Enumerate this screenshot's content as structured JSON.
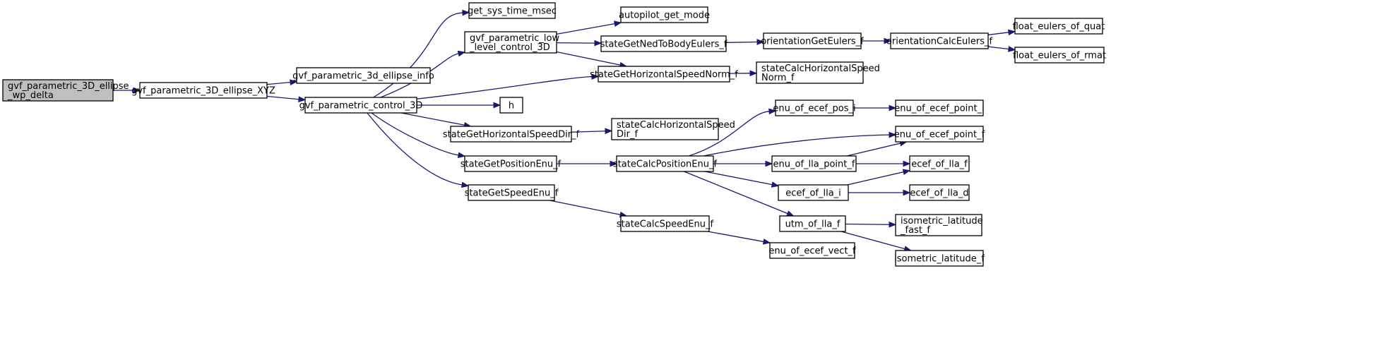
{
  "graph": {
    "nodes": [
      {
        "id": "root",
        "lines": [
          "gvf_parametric_3D_ellipse",
          "_wp_delta"
        ],
        "highlight": true
      },
      {
        "id": "xyz",
        "lines": [
          "gvf_parametric_3D_ellipse_XYZ"
        ]
      },
      {
        "id": "info",
        "lines": [
          "gvf_parametric_3d_ellipse_info"
        ]
      },
      {
        "id": "control3d",
        "lines": [
          "gvf_parametric_control_3D"
        ]
      },
      {
        "id": "systime",
        "lines": [
          "get_sys_time_msec"
        ]
      },
      {
        "id": "lowlevel",
        "lines": [
          "gvf_parametric_low",
          "_level_control_3D"
        ]
      },
      {
        "id": "h",
        "lines": [
          "h"
        ]
      },
      {
        "id": "hspeeddir",
        "lines": [
          "stateGetHorizontalSpeedDir_f"
        ]
      },
      {
        "id": "posenu",
        "lines": [
          "stateGetPositionEnu_f"
        ]
      },
      {
        "id": "speedenu",
        "lines": [
          "stateGetSpeedEnu_f"
        ]
      },
      {
        "id": "apmode",
        "lines": [
          "autopilot_get_mode"
        ]
      },
      {
        "id": "nedeulers",
        "lines": [
          "stateGetNedToBodyEulers_f"
        ]
      },
      {
        "id": "hspeednorm",
        "lines": [
          "stateGetHorizontalSpeedNorm_f"
        ]
      },
      {
        "id": "calchsdir",
        "lines": [
          "stateCalcHorizontalSpeed",
          "Dir_f"
        ]
      },
      {
        "id": "calcposenu",
        "lines": [
          "stateCalcPositionEnu_f"
        ]
      },
      {
        "id": "calcspeedenu",
        "lines": [
          "stateCalcSpeedEnu_f"
        ]
      },
      {
        "id": "origet",
        "lines": [
          "orientationGetEulers_f"
        ]
      },
      {
        "id": "calchsnorm",
        "lines": [
          "stateCalcHorizontalSpeed",
          "Norm_f"
        ]
      },
      {
        "id": "enuecefposi",
        "lines": [
          "enu_of_ecef_pos_i"
        ]
      },
      {
        "id": "enullaf",
        "lines": [
          "enu_of_lla_point_f"
        ]
      },
      {
        "id": "ecefllai",
        "lines": [
          "ecef_of_lla_i"
        ]
      },
      {
        "id": "utmllaf",
        "lines": [
          "utm_of_lla_f"
        ]
      },
      {
        "id": "enuecefvect",
        "lines": [
          "enu_of_ecef_vect_f"
        ]
      },
      {
        "id": "oricalc",
        "lines": [
          "orientationCalcEulers_f"
        ]
      },
      {
        "id": "enuecefpti",
        "lines": [
          "enu_of_ecef_point_i"
        ]
      },
      {
        "id": "enuecefptf",
        "lines": [
          "enu_of_ecef_point_f"
        ]
      },
      {
        "id": "ecefllaf",
        "lines": [
          "ecef_of_lla_f"
        ]
      },
      {
        "id": "ecefllad",
        "lines": [
          "ecef_of_lla_d"
        ]
      },
      {
        "id": "isolatfast",
        "lines": [
          "isometric_latitude",
          "_fast_f"
        ]
      },
      {
        "id": "isolat",
        "lines": [
          "isometric_latitude_f"
        ]
      },
      {
        "id": "eulerquat",
        "lines": [
          "float_eulers_of_quat"
        ]
      },
      {
        "id": "eulerrmat",
        "lines": [
          "float_eulers_of_rmat"
        ]
      }
    ],
    "edges": [
      [
        "root",
        "xyz"
      ],
      [
        "xyz",
        "info"
      ],
      [
        "xyz",
        "control3d"
      ],
      [
        "control3d",
        "systime"
      ],
      [
        "control3d",
        "lowlevel"
      ],
      [
        "control3d",
        "hspeednorm"
      ],
      [
        "control3d",
        "h"
      ],
      [
        "control3d",
        "hspeeddir"
      ],
      [
        "control3d",
        "posenu"
      ],
      [
        "control3d",
        "speedenu"
      ],
      [
        "lowlevel",
        "apmode"
      ],
      [
        "lowlevel",
        "nedeulers"
      ],
      [
        "lowlevel",
        "hspeednorm"
      ],
      [
        "nedeulers",
        "origet"
      ],
      [
        "origet",
        "oricalc"
      ],
      [
        "oricalc",
        "eulerquat"
      ],
      [
        "oricalc",
        "eulerrmat"
      ],
      [
        "hspeednorm",
        "calchsnorm"
      ],
      [
        "hspeeddir",
        "calchsdir"
      ],
      [
        "posenu",
        "calcposenu"
      ],
      [
        "speedenu",
        "calcspeedenu"
      ],
      [
        "calcspeedenu",
        "enuecefvect"
      ],
      [
        "calcposenu",
        "enuecefposi"
      ],
      [
        "calcposenu",
        "enuecefptf"
      ],
      [
        "calcposenu",
        "enullaf"
      ],
      [
        "calcposenu",
        "ecefllai"
      ],
      [
        "calcposenu",
        "utmllaf"
      ],
      [
        "enuecefposi",
        "enuecefpti"
      ],
      [
        "enullaf",
        "enuecefptf"
      ],
      [
        "enullaf",
        "ecefllaf"
      ],
      [
        "ecefllai",
        "ecefllaf"
      ],
      [
        "ecefllai",
        "ecefllad"
      ],
      [
        "utmllaf",
        "isolatfast"
      ],
      [
        "utmllaf",
        "isolat"
      ]
    ]
  }
}
